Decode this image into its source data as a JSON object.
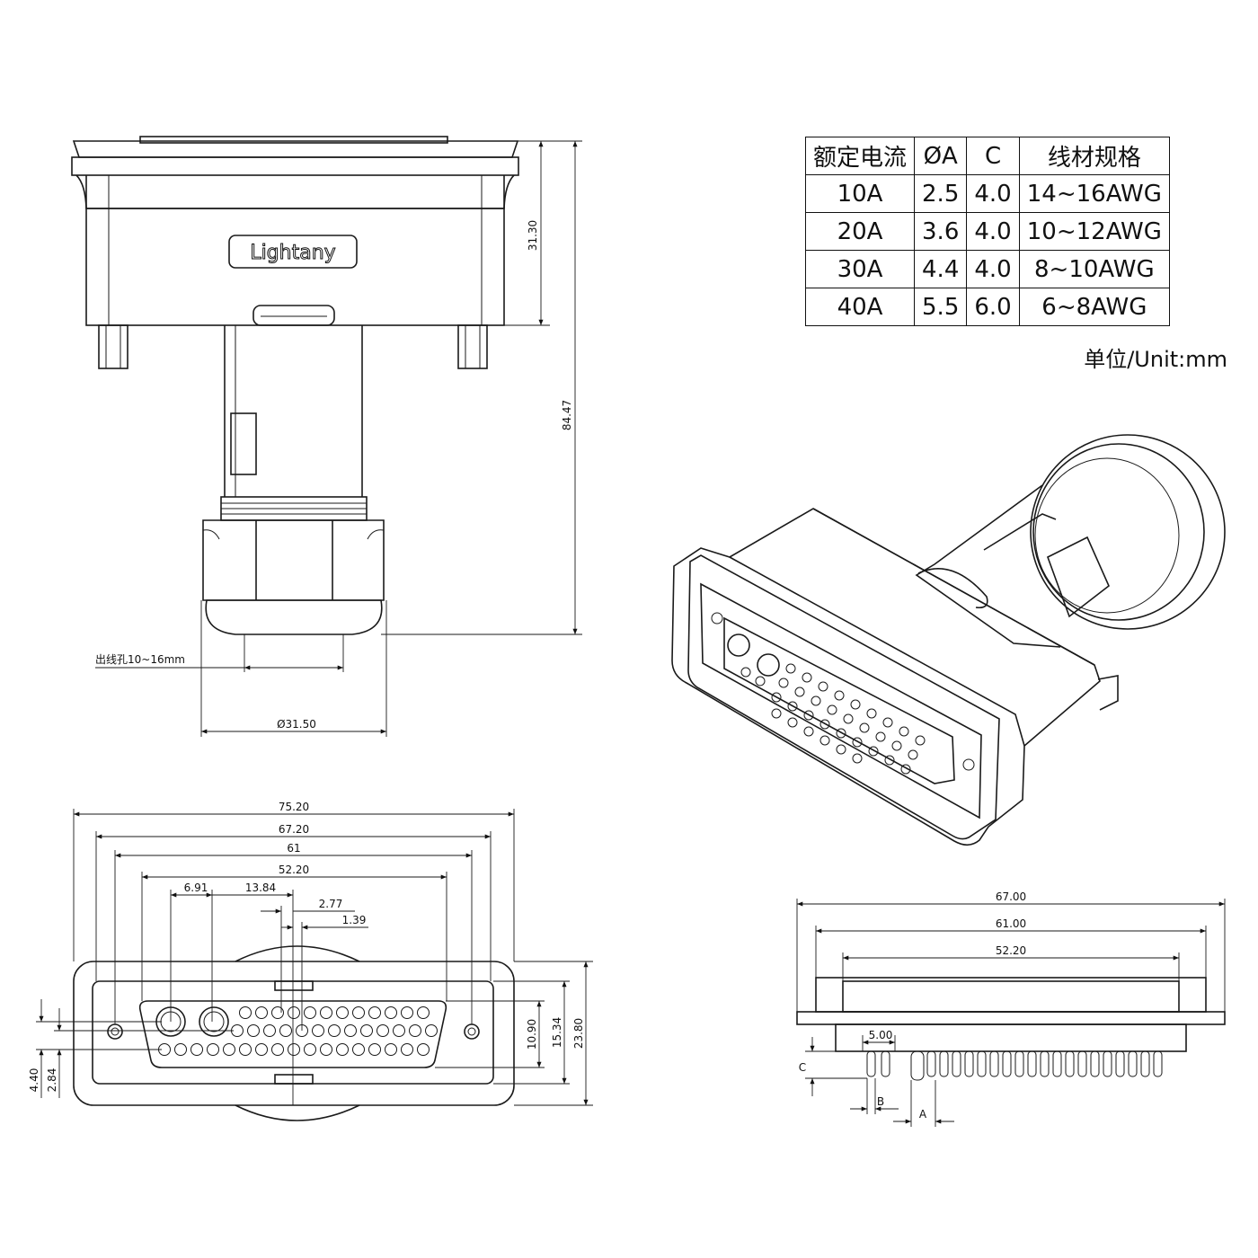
{
  "brand_logo": "Lightany",
  "spec_table": {
    "headers": [
      "额定电流",
      "ØA",
      "C",
      "线材规格"
    ],
    "rows": [
      [
        "10A",
        "2.5",
        "4.0",
        "14~16AWG"
      ],
      [
        "20A",
        "3.6",
        "4.0",
        "10~12AWG"
      ],
      [
        "30A",
        "4.4",
        "4.0",
        "8~10AWG"
      ],
      [
        "40A",
        "5.5",
        "6.0",
        "6~8AWG"
      ]
    ],
    "unit_note": "单位/Unit:mm"
  },
  "side_view": {
    "height_31_30": "31.30",
    "height_84_47": "84.47",
    "cable_hole": "出线孔10~16mm",
    "diameter": "Ø31.50"
  },
  "front_view": {
    "w_75_20": "75.20",
    "w_67_20": "67.20",
    "w_61": "61",
    "w_52_20": "52.20",
    "pitch_6_91": "6.91",
    "pitch_13_84": "13.84",
    "pitch_2_77": "2.77",
    "pitch_1_39": "1.39",
    "h_10_90": "10.90",
    "h_15_34": "15.34",
    "h_23_80": "23.80",
    "h_4_40": "4.40",
    "h_2_84": "2.84"
  },
  "bottom_view": {
    "w_67_00": "67.00",
    "w_61_00": "61.00",
    "w_52_20": "52.20",
    "w_5_00": "5.00",
    "label_c": "C",
    "label_b": "B",
    "label_a": "A"
  }
}
